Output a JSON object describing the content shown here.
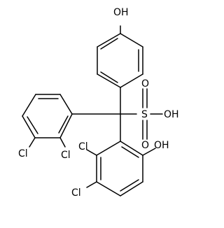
{
  "structure": {
    "labels": {
      "hydroxyl_top": "OH",
      "sulfonic_oh": "OH",
      "sulfonyl_o_upper": "O",
      "sulfur": "S",
      "sulfonyl_o_lower": "O",
      "chloro_left_ring_meta": "Cl",
      "chloro_left_ring_ortho": "Cl",
      "chloro_lower_ring_ortho": "Cl",
      "chloro_lower_ring_meta": "Cl",
      "hydroxyl_lower_ring": "OH"
    }
  }
}
